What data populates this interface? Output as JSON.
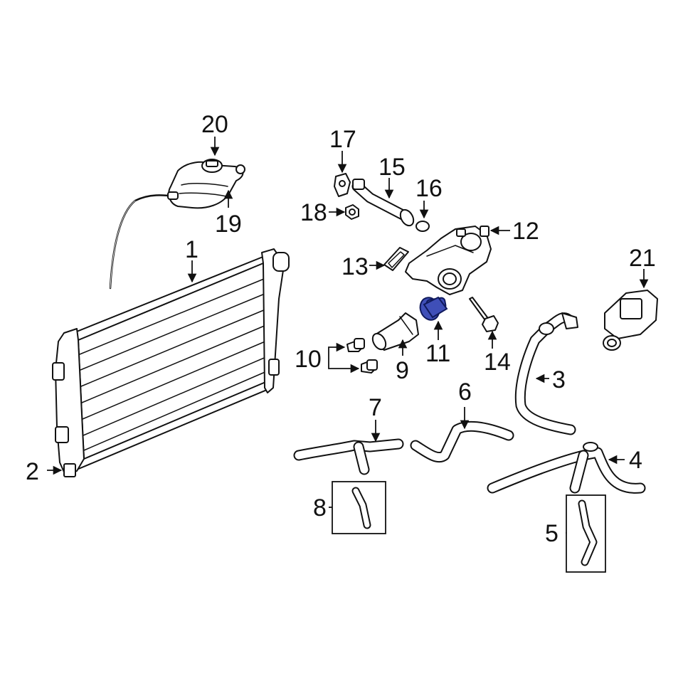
{
  "callouts": {
    "c1": "1",
    "c2": "2",
    "c3": "3",
    "c4": "4",
    "c5": "5",
    "c6": "6",
    "c7": "7",
    "c8": "8",
    "c9": "9",
    "c10": "10",
    "c11": "11",
    "c12": "12",
    "c13": "13",
    "c14": "14",
    "c15": "15",
    "c16": "16",
    "c17": "17",
    "c18": "18",
    "c19": "19",
    "c20": "20",
    "c21": "21"
  },
  "colors": {
    "highlight": "#3f4fb8",
    "line": "#111111",
    "background": "#ffffff"
  },
  "highlighted_part": "11"
}
